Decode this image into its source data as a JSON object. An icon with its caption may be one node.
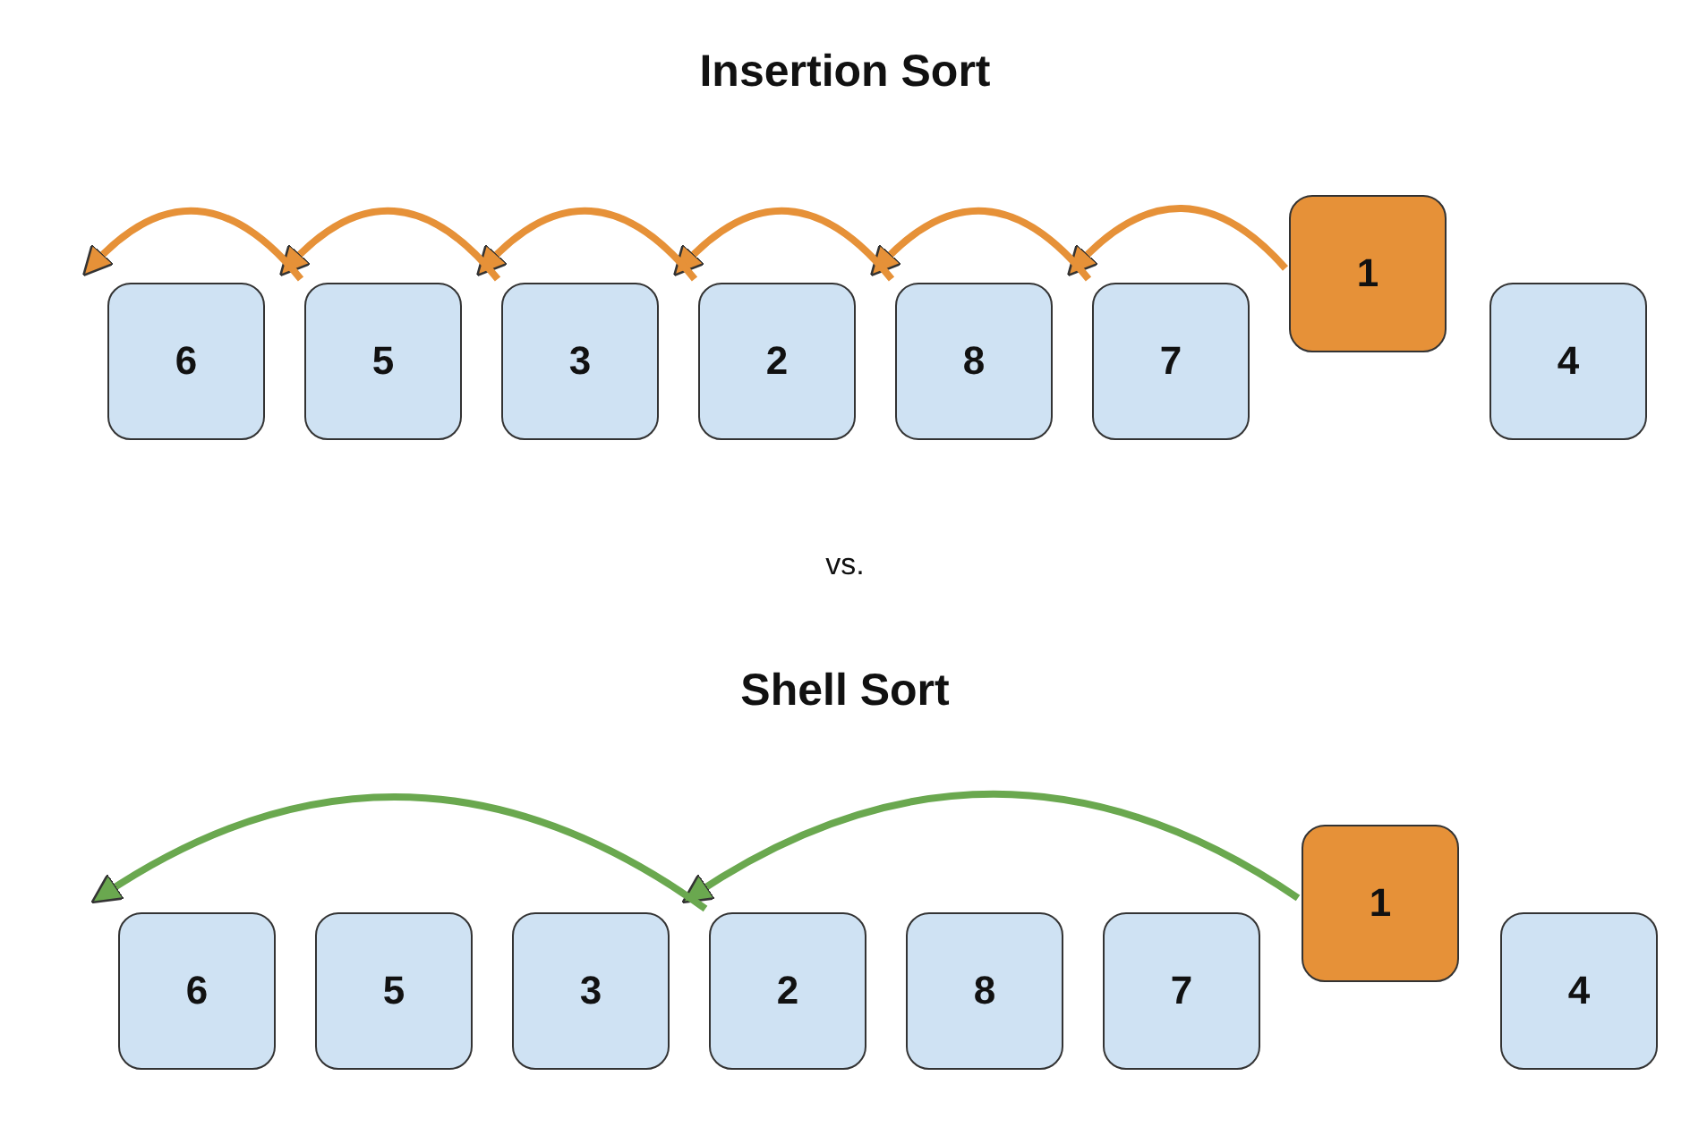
{
  "diagram": {
    "nodes": [
      {
        "text": [
          "6"
        ]
      },
      {
        "text": [
          "5"
        ]
      },
      {
        "text": [
          "3"
        ]
      },
      {
        "text": [
          "2"
        ]
      },
      {
        "text": [
          "8"
        ]
      },
      {
        "text": [
          "7"
        ]
      },
      {
        "text": [
          "1"
        ]
      },
      {
        "text": [
          "4"
        ]
      },
      {
        "text": [
          "6"
        ]
      },
      {
        "text": [
          "5"
        ]
      },
      {
        "text": [
          "3"
        ]
      },
      {
        "text": [
          "2"
        ]
      },
      {
        "text": [
          "8"
        ]
      },
      {
        "text": [
          "7"
        ]
      },
      {
        "text": [
          "1"
        ]
      },
      {
        "text": [
          "4"
        ]
      }
    ],
    "edges": [
      {
        "from": 6,
        "to": 5,
        "arrow": "to"
      },
      {
        "from": 5,
        "to": 4,
        "arrow": "to"
      },
      {
        "from": 4,
        "to": 3,
        "arrow": "to"
      },
      {
        "from": 3,
        "to": 2,
        "arrow": "to"
      },
      {
        "from": 2,
        "to": 1,
        "arrow": "to"
      },
      {
        "from": 1,
        "to": 0,
        "arrow": "to"
      },
      {
        "from": 14,
        "to": 11,
        "arrow": "to",
        "color": "#6aa84f"
      },
      {
        "from": 11,
        "to": 8,
        "arrow": "to",
        "color": "#6aa84f"
      }
    ],
    "labels": [
      "Insertion Sort",
      "vs.",
      "Shell Sort"
    ]
  }
}
